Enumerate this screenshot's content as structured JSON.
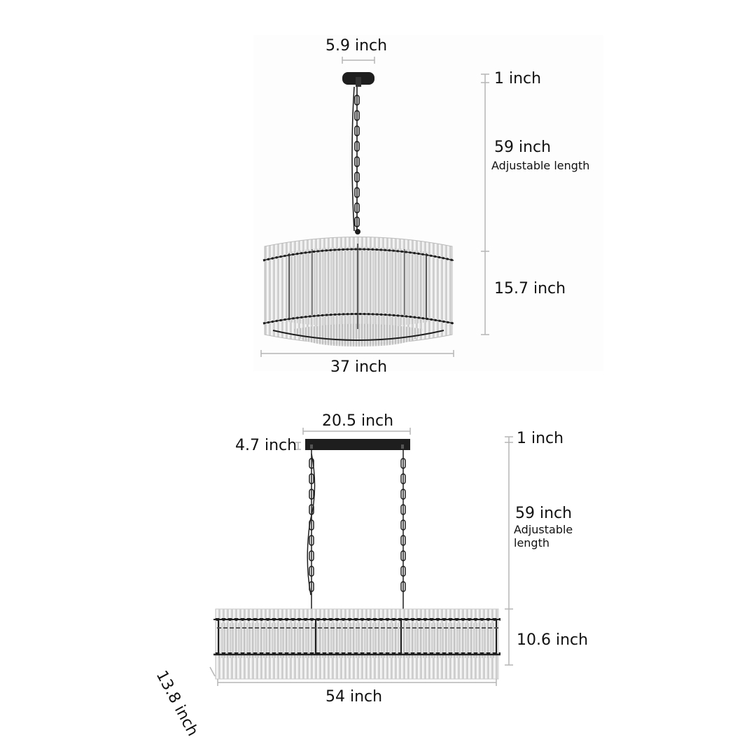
{
  "round_chandelier": {
    "canopy_diameter": "5.9 inch",
    "canopy_height": "1 inch",
    "chain_length": "59 inch",
    "chain_note": "Adjustable length",
    "body_height": "15.7 inch",
    "body_diameter": "37 inch"
  },
  "linear_chandelier": {
    "canopy_length": "20.5 inch",
    "canopy_width": "4.7 inch",
    "canopy_height": "1 inch",
    "chain_length": "59 inch",
    "chain_note_line1": "Adjustable",
    "chain_note_line2": "length",
    "body_height": "10.6 inch",
    "body_depth": "13.8 inch",
    "body_length": "54 inch"
  },
  "colors": {
    "frame": "#1e1e1e",
    "glass": "#d6d6d6",
    "dimension_line": "#b5b5b5",
    "background": "#ffffff"
  }
}
